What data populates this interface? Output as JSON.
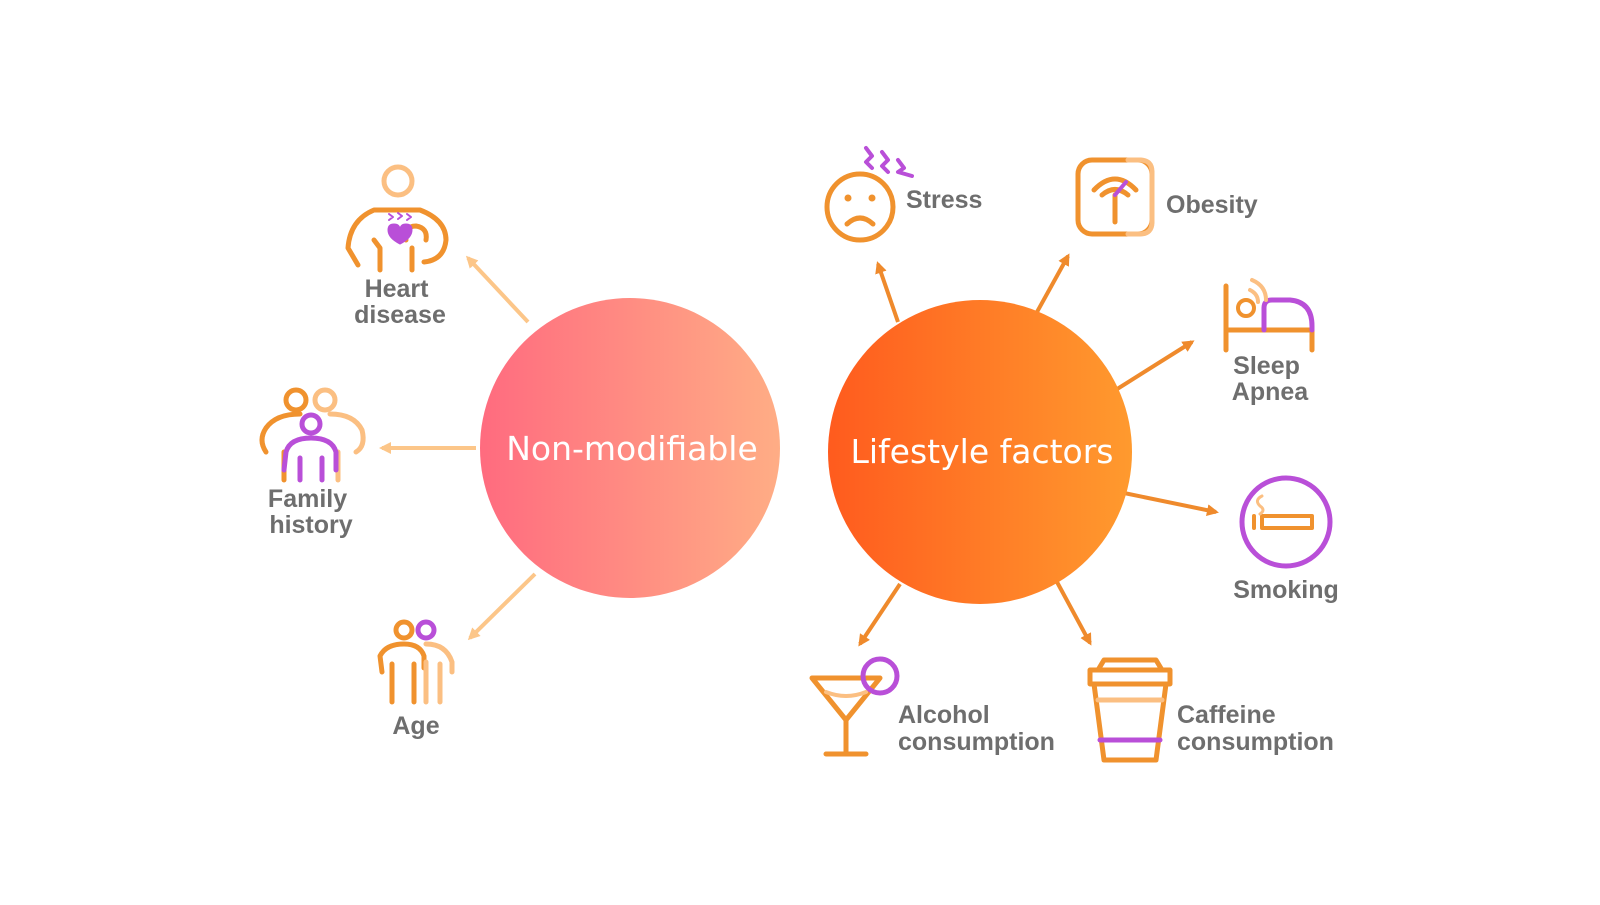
{
  "groups": {
    "non_modifiable": {
      "label": "Non-modifiable",
      "factors": {
        "heart_disease": [
          "Heart",
          "disease"
        ],
        "family_history": [
          "Family",
          "history"
        ],
        "age": [
          "Age"
        ]
      }
    },
    "lifestyle": {
      "label": "Lifestyle factors",
      "factors": {
        "stress": [
          "Stress"
        ],
        "obesity": [
          "Obesity"
        ],
        "sleep_apnea": [
          "Sleep",
          "Apnea"
        ],
        "smoking": [
          "Smoking"
        ],
        "alcohol": [
          "Alcohol",
          "consumption"
        ],
        "caffeine": [
          "Caffeine",
          "consumption"
        ]
      }
    }
  },
  "colors": {
    "hub_left_start": "#ff6b7f",
    "hub_left_end": "#ffad85",
    "hub_right_start": "#ff5b1e",
    "hub_right_end": "#ff9a2e",
    "icon_orange": "#f0922e",
    "icon_light": "#fbbf82",
    "icon_purple": "#b94fd8",
    "arrow_left": "#fcc689",
    "arrow_right": "#ef8a2c",
    "label": "#6e6e6e"
  }
}
